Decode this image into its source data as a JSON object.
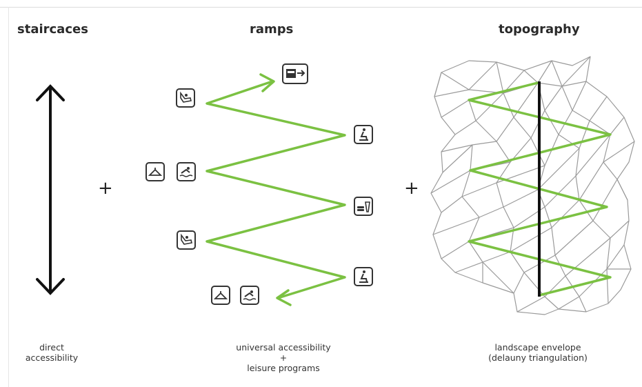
{
  "sections": {
    "staircases": {
      "title": "staircaces",
      "caption": "direct\naccessibility"
    },
    "ramps": {
      "title": "ramps",
      "caption": "universal accessibility\n+\nleisure programs"
    },
    "topography": {
      "title": "topography",
      "caption": "landscape envelope\n(delauny triangulation)"
    }
  },
  "operators": {
    "plus1": "+",
    "plus2": "+"
  },
  "icons": {
    "exit": "exit-door-icon",
    "massage": "massage-icon",
    "seated": "seated-person-icon",
    "wardrobe": "clothes-hanger-icon",
    "pool": "swimmer-icon",
    "food": "burger-drink-icon"
  },
  "colors": {
    "ramp": "#7bc142",
    "structure": "#111111",
    "mesh": "#9a9a9a"
  }
}
